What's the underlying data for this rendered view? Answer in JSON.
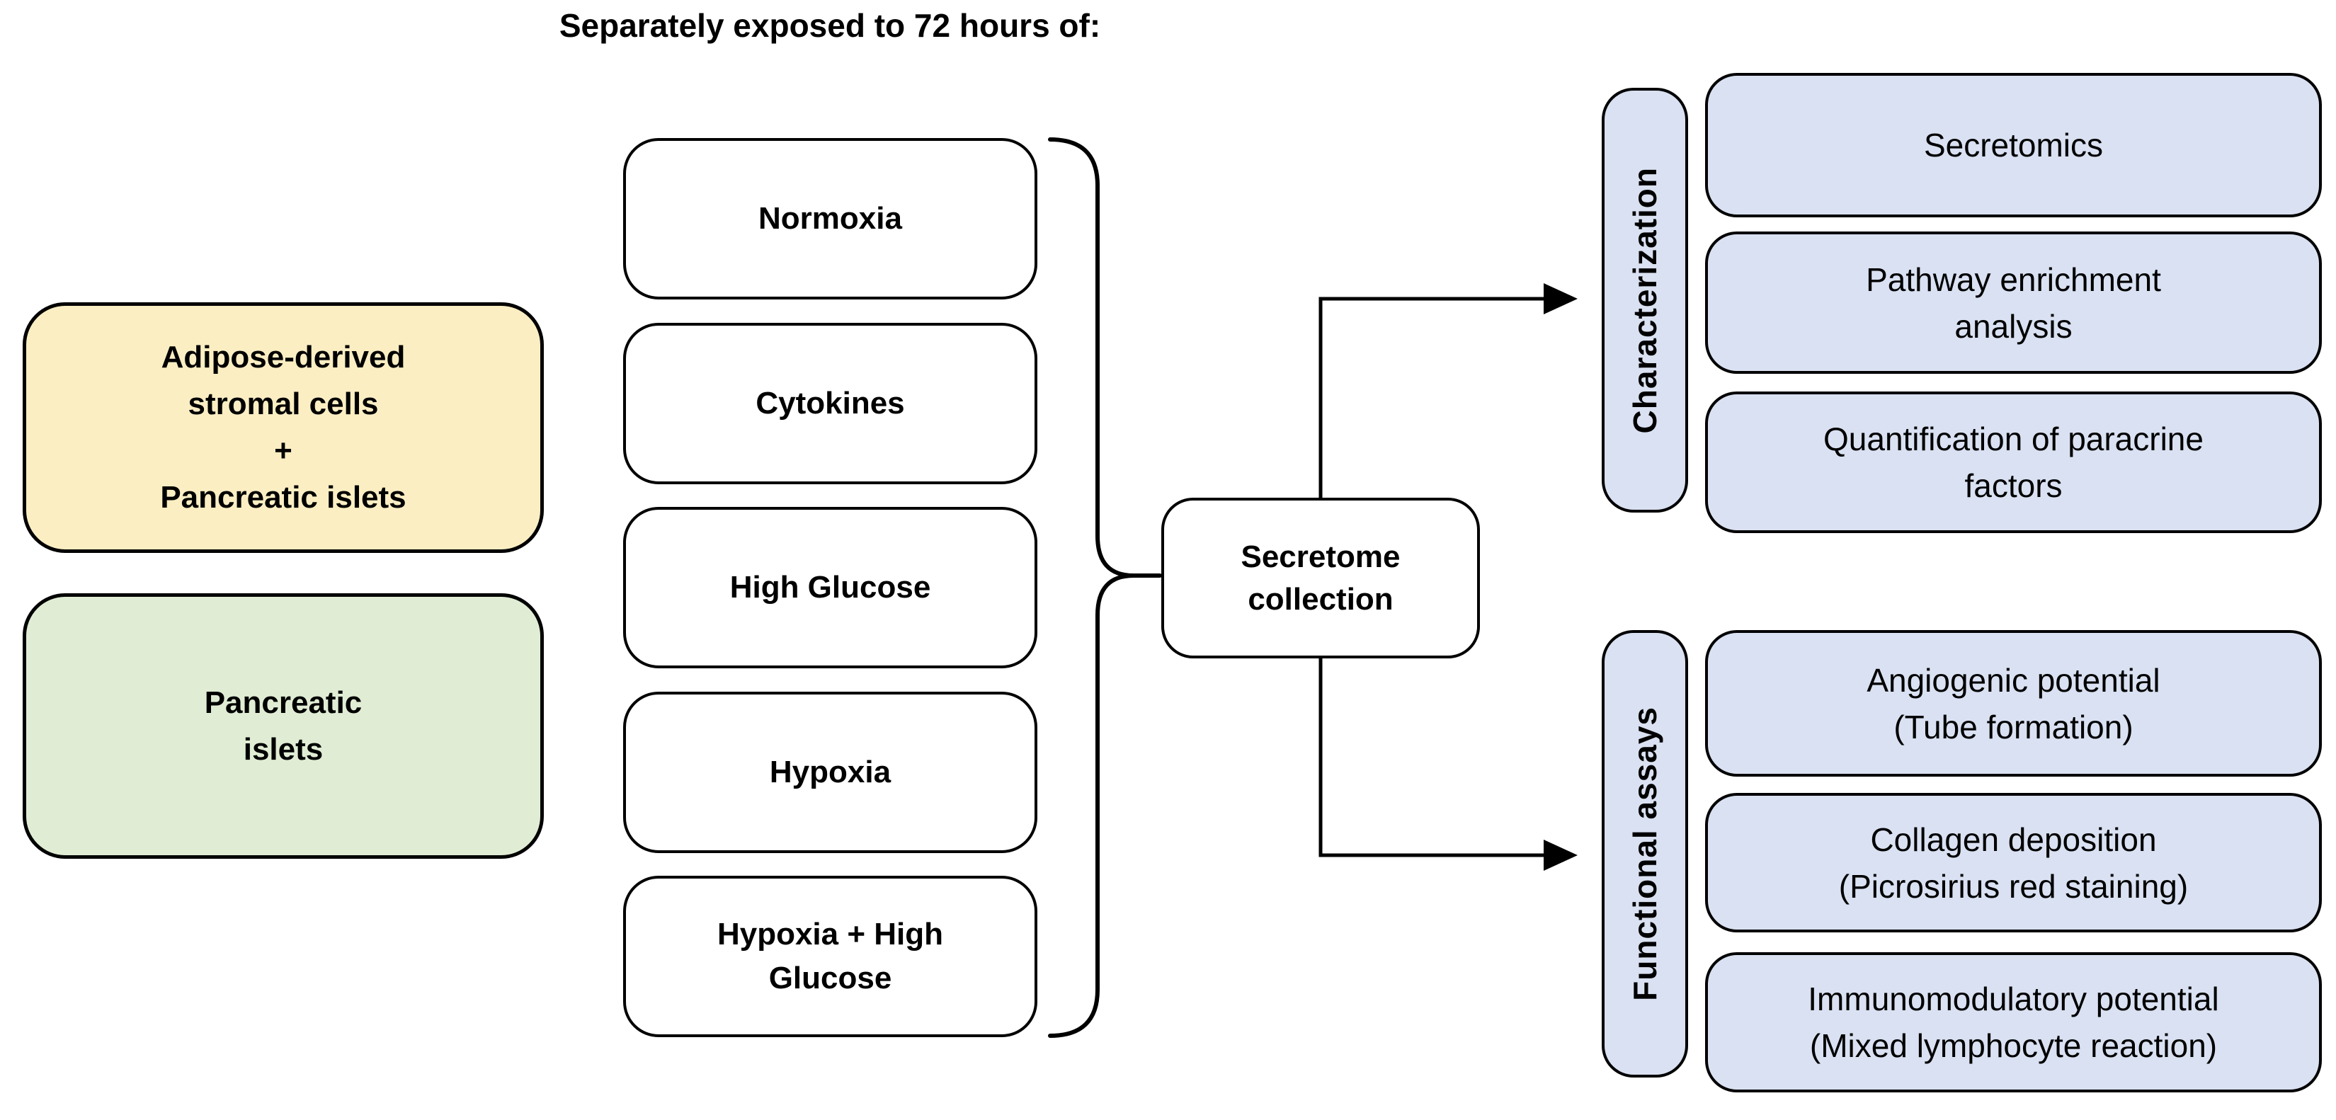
{
  "title": {
    "lines": [
      "Separately exposed to",
      "72 hours of:"
    ]
  },
  "sources": [
    {
      "name": "adipose-plus-islets",
      "lines": [
        "Adipose-derived",
        "stromal cells",
        "+",
        "Pancreatic islets"
      ],
      "fill": "#FBEEC3"
    },
    {
      "name": "pancreatic-islets",
      "lines": [
        "Pancreatic",
        "islets"
      ],
      "fill": "#E0EDD4"
    }
  ],
  "conditions": [
    {
      "lines": [
        "Normoxia"
      ]
    },
    {
      "lines": [
        "Cytokines"
      ]
    },
    {
      "lines": [
        "High Glucose"
      ]
    },
    {
      "lines": [
        "Hypoxia"
      ]
    },
    {
      "lines": [
        "Hypoxia + High",
        "Glucose"
      ]
    }
  ],
  "collection": {
    "lines": [
      "Secretome",
      "collection"
    ],
    "fill": "#FFFFFF"
  },
  "groups": [
    {
      "label": "Characterization",
      "fill": "#D9E1F2",
      "items": [
        {
          "lines": [
            "Secretomics"
          ]
        },
        {
          "lines": [
            "Pathway enrichment",
            "analysis"
          ]
        },
        {
          "lines": [
            "Quantification of paracrine",
            "factors"
          ]
        }
      ]
    },
    {
      "label": "Functional assays",
      "fill": "#D9E1F2",
      "items": [
        {
          "lines": [
            "Angiogenic potential",
            "(Tube formation)"
          ]
        },
        {
          "lines": [
            "Collagen deposition",
            "(Picrosirius red staining)"
          ]
        },
        {
          "lines": [
            "Immunomodulatory potential",
            "(Mixed lymphocyte reaction)"
          ]
        }
      ]
    }
  ],
  "colors": {
    "combo_fill": "#FBEEC3",
    "islets_fill": "#E0EDD4",
    "panel_fill": "#D9E1F2",
    "stroke": "#000000",
    "background": "#FFFFFF"
  }
}
